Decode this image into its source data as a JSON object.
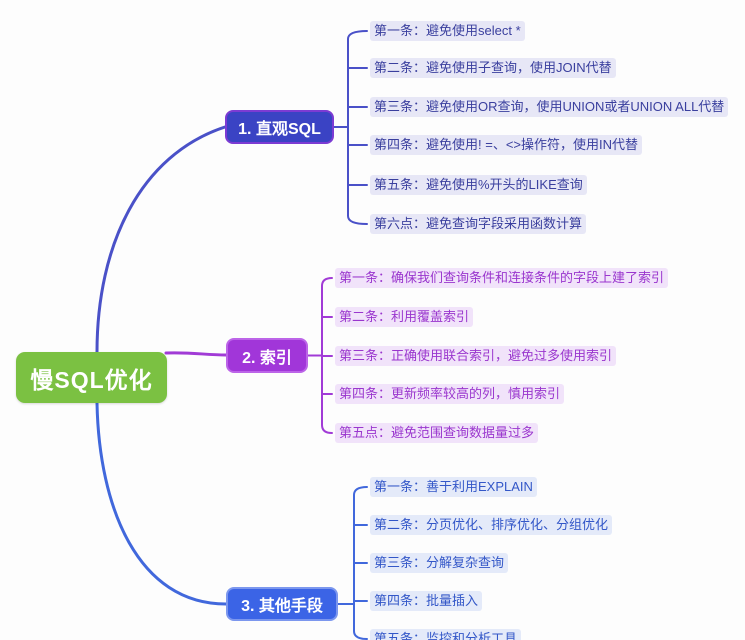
{
  "root": {
    "label": "慢SQL优化",
    "bg": "#7BC142",
    "text_color": "#FFFFFF"
  },
  "branches": [
    {
      "label": "1. 直观SQL",
      "node_bg": "#3A43C4",
      "node_border": "#7C3BD3",
      "line_color": "#4A51C8",
      "item_text_color": "#3A3F9E",
      "item_bg": "#E7E7F6",
      "items": [
        "第一条：避免使用select *",
        "第二条：避免使用子查询，使用JOIN代替",
        "第三条：避免使用OR查询，使用UNION或者UNION ALL代替",
        "第四条：避免使用! =、<>操作符，使用IN代替",
        "第五条：避免使用%开头的LIKE查询",
        "第六点：避免查询字段采用函数计算"
      ]
    },
    {
      "label": "2. 索引",
      "node_bg": "#A136D9",
      "node_border": "#BC64E8",
      "line_color": "#A13BD6",
      "item_text_color": "#9A36CE",
      "item_bg": "#F1E3FA",
      "items": [
        "第一条：确保我们查询条件和连接条件的字段上建了索引",
        "第二条：利用覆盖索引",
        "第三条：正确使用联合索引，避免过多使用索引",
        "第四条：更新频率较高的列，慎用索引",
        "第五点：避免范围查询数据量过多"
      ]
    },
    {
      "label": "3. 其他手段",
      "node_bg": "#3B64E6",
      "node_border": "#7C97EE",
      "line_color": "#4168DC",
      "item_text_color": "#3357C8",
      "item_bg": "#E4EAF9",
      "items": [
        "第一条：善于利用EXPLAIN",
        "第二条：分页优化、排序优化、分组优化",
        "第三条：分解复杂查询",
        "第四条：批量插入",
        "第五条：监控和分析工具"
      ]
    }
  ]
}
